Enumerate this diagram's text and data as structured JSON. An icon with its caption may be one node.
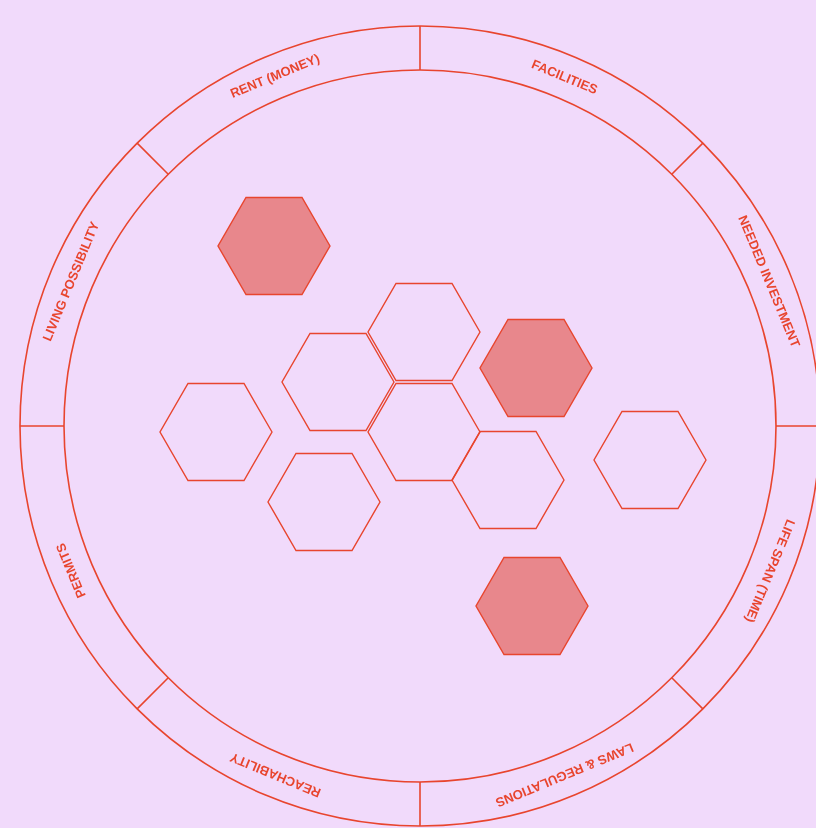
{
  "diagram": {
    "labels": [
      "RENT (MONEY)",
      "FACILITIES",
      "NEEDED INVESTMENT",
      "LIFE SPAN (TIME)",
      "LAWS & REGULATIONS",
      "REACHABILITY",
      "PERMITS",
      "LIVING POSSIBILITY"
    ]
  }
}
